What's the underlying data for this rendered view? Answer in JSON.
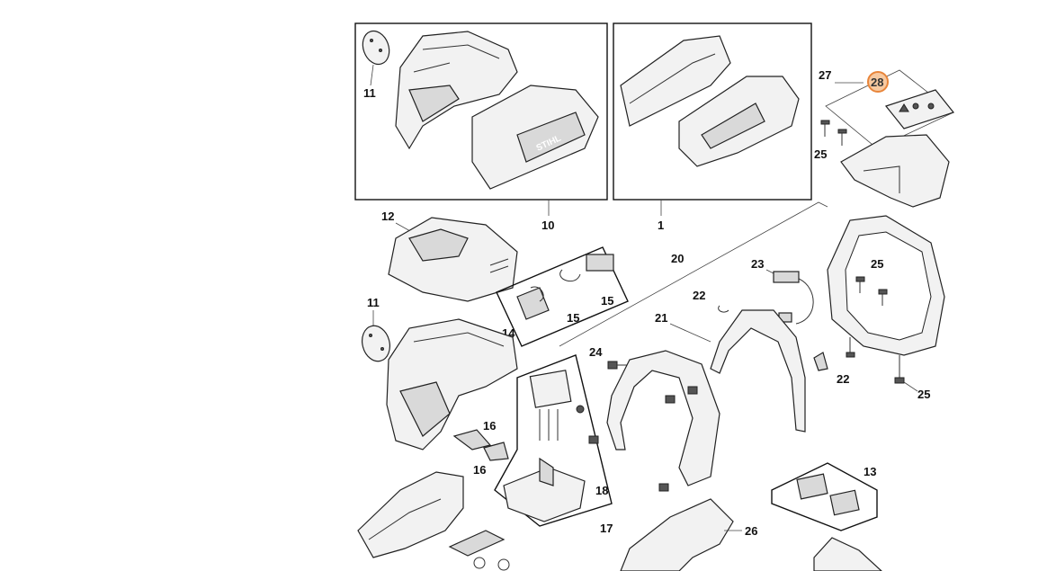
{
  "callouts": {
    "c1": "1",
    "c10": "10",
    "c11a": "11",
    "c11b": "11",
    "c12": "12",
    "c13": "13",
    "c14": "14",
    "c15a": "15",
    "c15b": "15",
    "c16a": "16",
    "c16b": "16",
    "c17": "17",
    "c18": "18",
    "c20": "20",
    "c21": "21",
    "c22a": "22",
    "c22b": "22",
    "c23": "23",
    "c24": "24",
    "c25a": "25",
    "c25b": "25",
    "c25c": "25",
    "c26": "26",
    "c27": "27",
    "c28": "28"
  },
  "housing_brand_text": "STIHL",
  "colors": {
    "highlight_fill": "#f7c9a0",
    "highlight_stroke": "#e8853a"
  }
}
